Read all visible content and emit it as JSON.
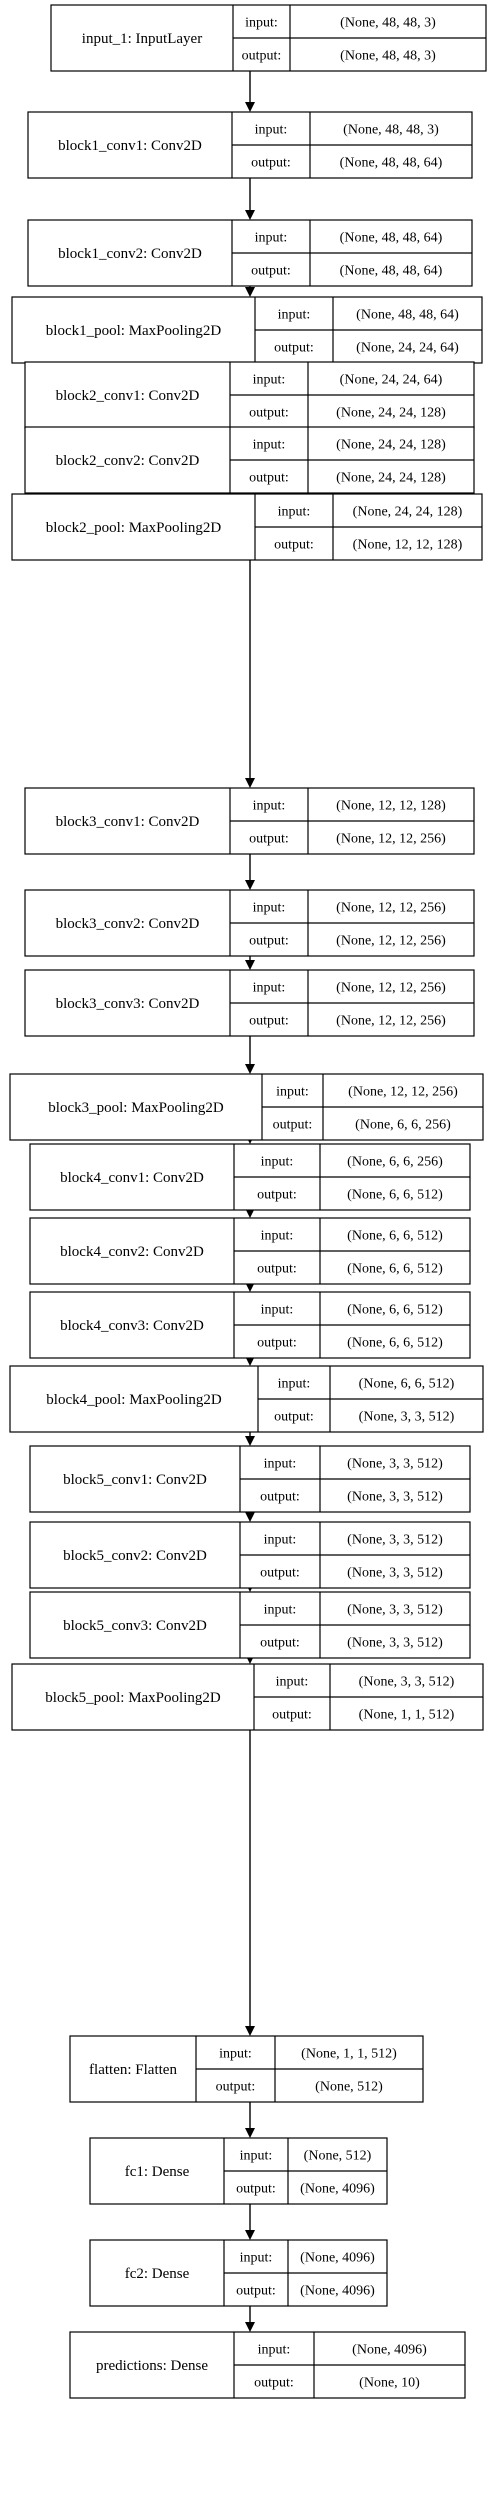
{
  "layers": [
    {
      "name": "input_1: InputLayer",
      "input_label": "input:",
      "input_shape": "(None, 48, 48, 3)",
      "output_label": "output:",
      "output_shape": "(None, 48, 48, 3)"
    },
    {
      "name": "block1_conv1: Conv2D",
      "input_label": "input:",
      "input_shape": "(None, 48, 48, 3)",
      "output_label": "output:",
      "output_shape": "(None, 48, 48, 64)"
    },
    {
      "name": "block1_conv2: Conv2D",
      "input_label": "input:",
      "input_shape": "(None, 48, 48, 64)",
      "output_label": "output:",
      "output_shape": "(None, 48, 48, 64)"
    },
    {
      "name": "block1_pool: MaxPooling2D",
      "input_label": "input:",
      "input_shape": "(None, 48, 48, 64)",
      "output_label": "output:",
      "output_shape": "(None, 24, 24, 64)"
    },
    {
      "name": "block2_conv1: Conv2D",
      "input_label": "input:",
      "input_shape": "(None, 24, 24, 64)",
      "output_label": "output:",
      "output_shape": "(None, 24, 24, 128)"
    },
    {
      "name": "block2_conv2: Conv2D",
      "input_label": "input:",
      "input_shape": "(None, 24, 24, 128)",
      "output_label": "output:",
      "output_shape": "(None, 24, 24, 128)"
    },
    {
      "name": "block2_pool: MaxPooling2D",
      "input_label": "input:",
      "input_shape": "(None, 24, 24, 128)",
      "output_label": "output:",
      "output_shape": "(None, 12, 12, 128)"
    },
    {
      "name": "block3_conv1: Conv2D",
      "input_label": "input:",
      "input_shape": "(None, 12, 12, 128)",
      "output_label": "output:",
      "output_shape": "(None, 12, 12, 256)"
    },
    {
      "name": "block3_conv2: Conv2D",
      "input_label": "input:",
      "input_shape": "(None, 12, 12, 256)",
      "output_label": "output:",
      "output_shape": "(None, 12, 12, 256)"
    },
    {
      "name": "block3_conv3: Conv2D",
      "input_label": "input:",
      "input_shape": "(None, 12, 12, 256)",
      "output_label": "output:",
      "output_shape": "(None, 12, 12, 256)"
    },
    {
      "name": "block3_pool: MaxPooling2D",
      "input_label": "input:",
      "input_shape": "(None, 12, 12, 256)",
      "output_label": "output:",
      "output_shape": "(None, 6, 6, 256)"
    },
    {
      "name": "block4_conv1: Conv2D",
      "input_label": "input:",
      "input_shape": "(None, 6, 6, 256)",
      "output_label": "output:",
      "output_shape": "(None, 6, 6, 512)"
    },
    {
      "name": "block4_conv2: Conv2D",
      "input_label": "input:",
      "input_shape": "(None, 6, 6, 512)",
      "output_label": "output:",
      "output_shape": "(None, 6, 6, 512)"
    },
    {
      "name": "block4_conv3: Conv2D",
      "input_label": "input:",
      "input_shape": "(None, 6, 6, 512)",
      "output_label": "output:",
      "output_shape": "(None, 6, 6, 512)"
    },
    {
      "name": "block4_pool: MaxPooling2D",
      "input_label": "input:",
      "input_shape": "(None, 6, 6, 512)",
      "output_label": "output:",
      "output_shape": "(None, 3, 3, 512)"
    },
    {
      "name": "block5_conv1: Conv2D",
      "input_label": "input:",
      "input_shape": "(None, 3, 3, 512)",
      "output_label": "output:",
      "output_shape": "(None, 3, 3, 512)"
    },
    {
      "name": "block5_conv2: Conv2D",
      "input_label": "input:",
      "input_shape": "(None, 3, 3, 512)",
      "output_label": "output:",
      "output_shape": "(None, 3, 3, 512)"
    },
    {
      "name": "block5_conv3: Conv2D",
      "input_label": "input:",
      "input_shape": "(None, 3, 3, 512)",
      "output_label": "output:",
      "output_shape": "(None, 3, 3, 512)"
    },
    {
      "name": "block5_pool: MaxPooling2D",
      "input_label": "input:",
      "input_shape": "(None, 3, 3, 512)",
      "output_label": "output:",
      "output_shape": "(None, 1, 1, 512)"
    },
    {
      "name": "flatten: Flatten",
      "input_label": "input:",
      "input_shape": "(None, 1, 1, 512)",
      "output_label": "output:",
      "output_shape": "(None, 512)"
    },
    {
      "name": "fc1: Dense",
      "input_label": "input:",
      "input_shape": "(None, 512)",
      "output_label": "output:",
      "output_shape": "(None, 4096)"
    },
    {
      "name": "fc2: Dense",
      "input_label": "input:",
      "input_shape": "(None, 4096)",
      "output_label": "output:",
      "output_shape": "(None, 4096)"
    },
    {
      "name": "predictions: Dense",
      "input_label": "input:",
      "input_shape": "(None, 4096)",
      "output_label": "output:",
      "output_shape": "(None, 10)"
    }
  ]
}
